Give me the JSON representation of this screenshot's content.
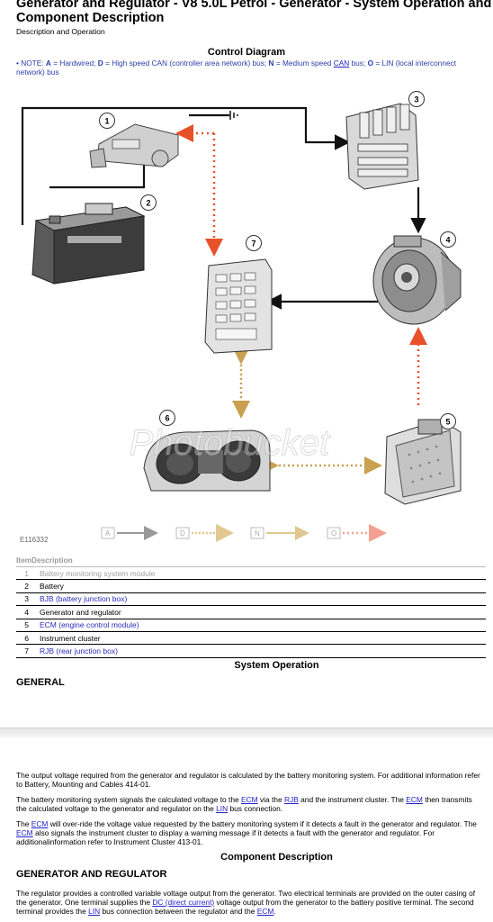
{
  "header": {
    "title": "Generator and Regulator - V8 5.0L Petrol - Generator - System Operation and Component Description",
    "subtitle": "Description and Operation"
  },
  "diagram": {
    "title": "Control Diagram",
    "note": {
      "prefix": "• NOTE: ",
      "a_key": "A",
      "a_text": " = Hardwired; ",
      "d_key": "D",
      "d_text": " = High speed CAN (controller area network) bus; ",
      "n_key": "N",
      "n_text": " = Medium speed ",
      "can_link": "CAN",
      "bus_text": " bus; ",
      "o_key": "O",
      "o_text": " = LIN (local interconnect network) bus"
    },
    "callouts": [
      "1",
      "2",
      "3",
      "4",
      "5",
      "6",
      "7"
    ],
    "figure_id": "E116332",
    "legend": [
      "A",
      "D",
      "N",
      "O"
    ],
    "watermark": "Photobucket"
  },
  "item_table": {
    "header": "ItemDescription",
    "rows": [
      {
        "num": "1",
        "desc": "Battery monitoring system module"
      },
      {
        "num": "2",
        "desc": "Battery"
      },
      {
        "num": "3",
        "desc": "BJB (battery junction box)"
      },
      {
        "num": "4",
        "desc": "Generator and regulator"
      },
      {
        "num": "5",
        "desc": "ECM (engine control module)"
      },
      {
        "num": "6",
        "desc": "Instrument cluster"
      },
      {
        "num": "7",
        "desc": "RJB (rear junction box)"
      }
    ]
  },
  "system_operation": {
    "heading": "System Operation",
    "general": "GENERAL",
    "p1": "The output voltage required from the generator and regulator is calculated by the battery monitoring system. For additional information refer to Battery, Mounting and Cables 414-01.",
    "p2_a": "The battery monitoring system signals the calculated voltage to the ",
    "p2_ecm": "ECM",
    "p2_b": " via the ",
    "p2_rjb": "RJB",
    "p2_c": " and the instrument cluster. The ",
    "p2_ecm2": "ECM",
    "p2_d": " then transmits the calculated voltage to the generator and regulator on the ",
    "p2_lin": "LIN",
    "p2_e": " bus connection.",
    "p3_a": "The ",
    "p3_ecm": "ECM",
    "p3_b": " will over-ride the voltage value requested by the battery monitoring system if it detects a fault in the generator and regulator. The ",
    "p3_ecm2": "ECM",
    "p3_c": " also signals the instrument cluster to display a warning message if it detects a fault with the generator and regulator. For additionalinformation refer to Instrument Cluster 413-01."
  },
  "component_description": {
    "heading": "Component Description",
    "genreg": "GENERATOR AND REGULATOR",
    "p1_a": "The regulator provides a controlled variable voltage output from the generator. Two electrical terminals are provided on the outer casing of the generator. One terminal supplies the ",
    "p1_dc": "DC (direct current)",
    "p1_b": " voltage output from the generator to the battery positive terminal. The second terminal provides the ",
    "p1_lin": "LIN",
    "p1_c": " bus connection between the regulator and the ",
    "p1_ecm": "ECM",
    "p1_d": "."
  },
  "colors": {
    "hardwired": "#111111",
    "lin_orange": "#e8502a",
    "can_tan": "#c8a050",
    "link_blue": "#2222cc"
  }
}
